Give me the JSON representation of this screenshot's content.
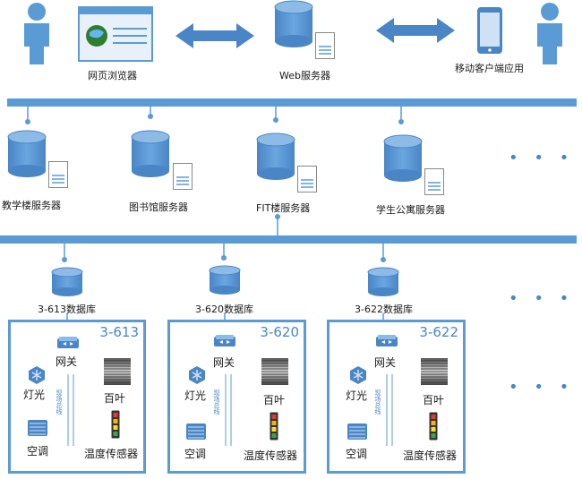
{
  "top": {
    "browser_label": "网页浏览器",
    "web_server_label": "Web服务器",
    "mobile_label": "移动客户端应用"
  },
  "servers": [
    {
      "label": "教学楼服务器"
    },
    {
      "label": "图书馆服务器"
    },
    {
      "label": "FIT楼服务器"
    },
    {
      "label": "学生公寓服务器"
    }
  ],
  "ellipsis": "• • •",
  "databases": [
    {
      "label": "3-613数据库"
    },
    {
      "label": "3-620数据库"
    },
    {
      "label": "3-622数据库"
    }
  ],
  "rooms": [
    {
      "number": "3-613",
      "gateway": "网关",
      "light": "灯光",
      "blinds": "百叶",
      "ac": "空调",
      "temp_sensor": "温度传感器",
      "bus": "现场总线"
    },
    {
      "number": "3-620",
      "gateway": "网关",
      "light": "灯光",
      "blinds": "百叶",
      "ac": "空调",
      "temp_sensor": "温度传感器",
      "bus": "现场总线"
    },
    {
      "number": "3-622",
      "gateway": "网关",
      "light": "灯光",
      "blinds": "百叶",
      "ac": "空调",
      "temp_sensor": "温度传感器",
      "bus": "现场总线"
    }
  ],
  "colors": {
    "primary": "#5b9bd5",
    "dark": "#3d72a8",
    "light": "#dbe8f5"
  }
}
